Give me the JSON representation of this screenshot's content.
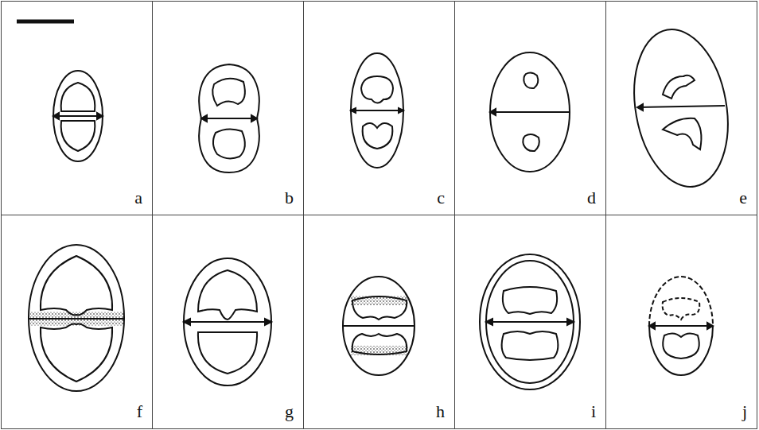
{
  "diagram": {
    "nodes": [
      {
        "text": [
          "a"
        ]
      },
      {
        "text": [
          "b"
        ]
      },
      {
        "text": [
          "c"
        ]
      },
      {
        "text": [
          "d"
        ]
      },
      {
        "text": [
          "e"
        ]
      },
      {
        "text": [
          "f"
        ]
      },
      {
        "text": [
          "g"
        ]
      },
      {
        "text": [
          "h"
        ]
      },
      {
        "text": [
          "i"
        ]
      },
      {
        "text": [
          "j"
        ]
      }
    ]
  }
}
